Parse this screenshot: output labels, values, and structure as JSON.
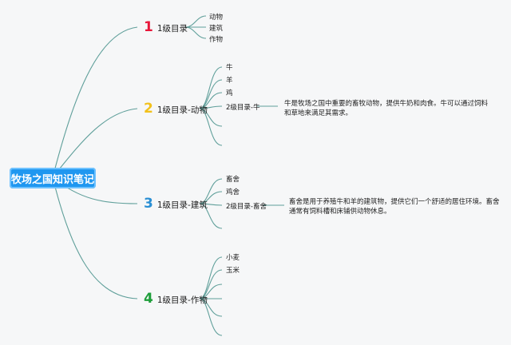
{
  "root": {
    "label": "牧场之国知识笔记"
  },
  "branches": [
    {
      "number": "1",
      "number_color": "#e8173a",
      "label": "1级目录",
      "children": [
        "动物",
        "建筑",
        "作物"
      ]
    },
    {
      "number": "2",
      "number_color": "#f2c11c",
      "label": "1级目录-动物",
      "children": [
        "牛",
        "羊",
        "鸡",
        "2级目录-牛",
        "",
        ""
      ],
      "note": "牛是牧场之国中重要的畜牧动物，提供牛奶和肉食。牛可以通过饲料和草地来满足其需求。"
    },
    {
      "number": "3",
      "number_color": "#2a8fd4",
      "label": "1级目录-建筑",
      "children": [
        "畜舍",
        "鸡舍",
        "2级目录-畜舍",
        ""
      ],
      "note": "畜舍是用于养殖牛和羊的建筑物，提供它们一个舒适的居住环境。畜舍通常有饲料槽和床铺供动物休息。"
    },
    {
      "number": "4",
      "number_color": "#1e9e3a",
      "label": "1级目录-作物",
      "children": [
        "小麦",
        "玉米",
        "",
        "",
        "",
        ""
      ]
    }
  ]
}
